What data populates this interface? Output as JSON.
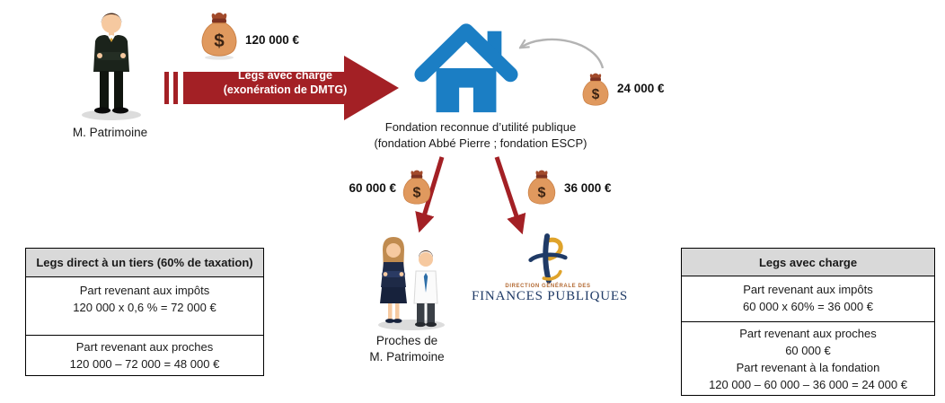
{
  "palette": {
    "arrow_red": "#A32025",
    "house_blue": "#1B7EC4",
    "table_header_bg": "#D9D9D9",
    "bag_body": "#E0995E",
    "bag_knot": "#7E3322",
    "dgfip_blue": "#1F3A66",
    "dgfip_orange": "#B36A33",
    "gray_arrow": "#B3B3B3"
  },
  "icons": {
    "money_bag_symbol": "$"
  },
  "actors": {
    "testator_label": "M. Patrimoine",
    "relatives_label_line1": "Proches de",
    "relatives_label_line2": "M. Patrimoine"
  },
  "legacy_arrow": {
    "line1": "Legs avec charge",
    "line2": "(exonération de DMTG)"
  },
  "amounts": {
    "bequest": "120 000 €",
    "foundation_net": "24 000 €",
    "to_relatives": "60 000 €",
    "to_taxes": "36 000 €"
  },
  "foundation": {
    "caption_line1": "Fondation reconnue d’utilité publique",
    "caption_line2": "(fondation Abbé Pierre ; fondation ESCP)"
  },
  "dgfip": {
    "line1": "DIRECTION GÉNÉRALE DES",
    "line2": "FINANCES PUBLIQUES"
  },
  "left_table": {
    "header": "Legs direct à un tiers (60% de taxation)",
    "row1_line1": "Part revenant aux impôts",
    "row1_line2": "120 000 x 0,6 % = 72 000 €",
    "row2_line1": "Part revenant aux proches",
    "row2_line2": "120 000 – 72 000 = 48 000 €"
  },
  "right_table": {
    "header": "Legs avec charge",
    "row1_line1": "Part revenant aux impôts",
    "row1_line2": "60 000 x 60% = 36 000 €",
    "row2_line1": "Part revenant aux proches",
    "row2_line2": "60 000 €",
    "row2_line3": "Part revenant à la fondation",
    "row2_line4": "120 000 – 60 000 – 36 000 = 24 000 €"
  }
}
